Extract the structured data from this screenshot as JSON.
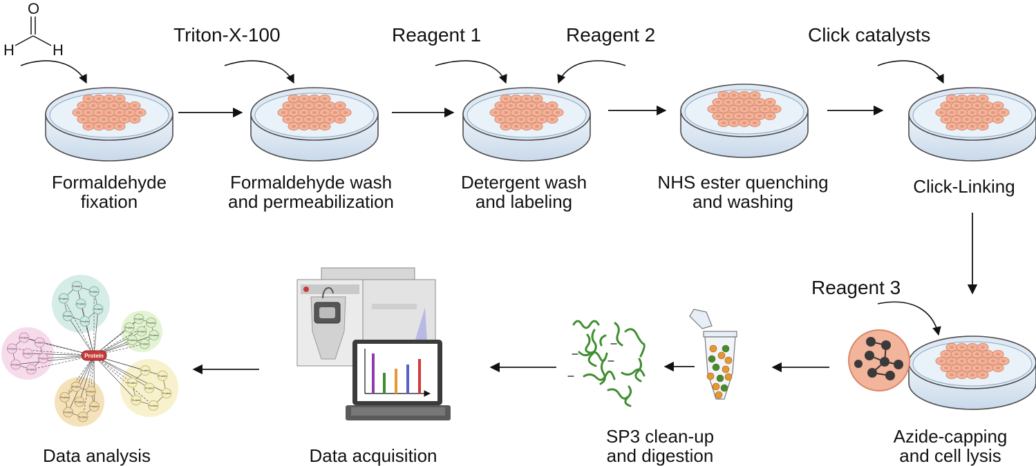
{
  "steps": [
    {
      "id": "fixation",
      "label_line1": "Formaldehyde",
      "label_line2": "fixation",
      "reagent": ""
    },
    {
      "id": "permeabilization",
      "label_line1": "Formaldehyde wash",
      "label_line2": "and permeabilization",
      "reagent": "Triton-X-100"
    },
    {
      "id": "labeling",
      "label_line1": "Detergent wash",
      "label_line2": "and labeling",
      "reagent": "Reagent 1",
      "reagent_b": "Reagent 2"
    },
    {
      "id": "quenching",
      "label_line1": "NHS ester quenching",
      "label_line2": "and washing",
      "reagent": ""
    },
    {
      "id": "click-linking",
      "label_line1": "Click-Linking",
      "label_line2": "",
      "reagent": "Click catalysts"
    },
    {
      "id": "azide-capping",
      "label_line1": "Azide-capping",
      "label_line2": "and cell lysis",
      "reagent": "Reagent 3"
    },
    {
      "id": "sp3",
      "label_line1": "SP3 clean-up",
      "label_line2": "and digestion",
      "reagent": ""
    },
    {
      "id": "acquisition",
      "label_line1": "Data acquisition",
      "label_line2": "",
      "reagent": ""
    },
    {
      "id": "analysis",
      "label_line1": "Data analysis",
      "label_line2": "",
      "reagent": ""
    }
  ],
  "formaldehyde_atoms": {
    "o": "O",
    "h": "H"
  },
  "network": {
    "center_label": "Protein",
    "node_label": "Protein"
  },
  "colors": {
    "dish_fill": "#dfe9f4",
    "dish_stroke": "#4a4a4a",
    "cell_fill": "#f2b49a",
    "cell_stroke": "#d9876a",
    "arrow": "#111111",
    "peptide": "#3e8e2f",
    "bead_dark": "#3a3a3a",
    "network_center": "#c83a3a",
    "cluster_teal": "#cfe9e2",
    "cluster_green": "#dff0cf",
    "cluster_yellow": "#f6efc4",
    "cluster_tan": "#f2ddb0",
    "cluster_pink": "#f5d5e8"
  }
}
